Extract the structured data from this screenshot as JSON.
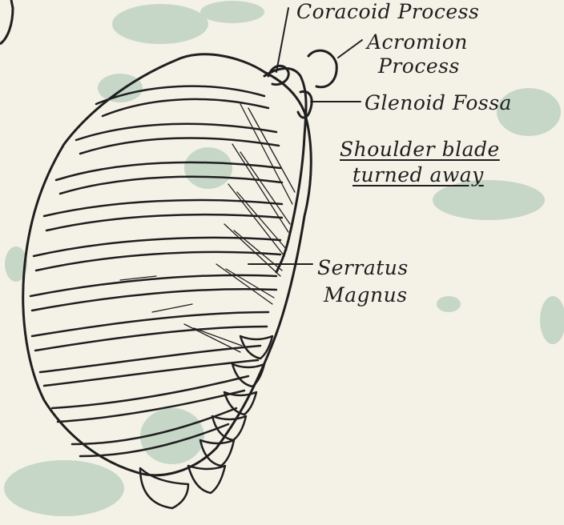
{
  "labels": {
    "coracoid": "Coracoid Process",
    "acromion_1": "Acromion",
    "acromion_2": "Process",
    "glenoid": "Glenoid Fossa",
    "shoulder_1": "Shoulder blade",
    "shoulder_2": "turned away",
    "serratus_1": "Serratus",
    "serratus_2": "Magnus"
  },
  "colors": {
    "paper": "#f4f1e6",
    "ink": "#1f1f1f",
    "stain": "#8fb9a4"
  }
}
